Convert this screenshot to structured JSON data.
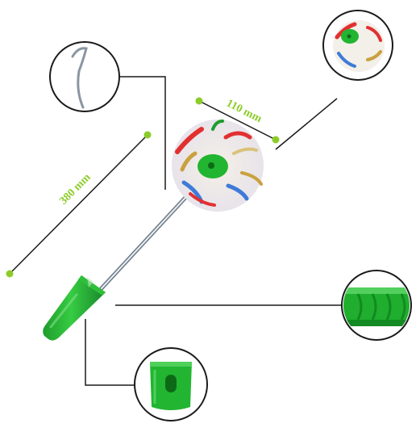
{
  "dimensions": {
    "length_label": "380 mm",
    "diameter_label": "110 mm"
  },
  "colors": {
    "accent_green": "#8ccc2a",
    "handle_green": "#22b531",
    "handle_dark": "#11881f",
    "line": "#1a1a1a"
  },
  "callouts": [
    {
      "name": "wire-hook-detail",
      "icon": "bent-wire-icon"
    },
    {
      "name": "roller-detail",
      "icon": "roller-icon"
    },
    {
      "name": "grip-detail",
      "icon": "grip-icon"
    },
    {
      "name": "handle-end-detail",
      "icon": "handle-end-icon"
    }
  ]
}
